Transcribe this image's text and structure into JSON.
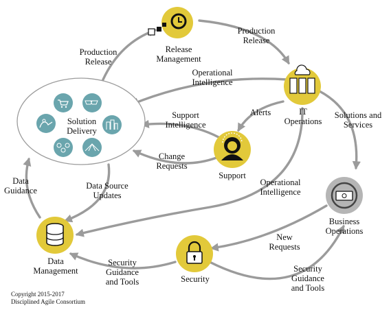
{
  "nodes": {
    "solution_delivery": "Solution\nDelivery",
    "release_management": "Release\nManagement",
    "it_operations": "IT\nOperations",
    "support": "Support",
    "business_operations": "Business\nOperations",
    "data_management": "Data\nManagement",
    "security": "Security"
  },
  "flows": {
    "production_release_left": "Production\nRelease",
    "production_release_right": "Production\nRelease",
    "operational_intelligence_top": "Operational\nIntelligence",
    "alerts": "Alerts",
    "solutions_and_services": "Solutions and\nServices",
    "support_intelligence": "Support\nIntelligence",
    "change_requests": "Change\nRequests",
    "data_guidance": "Data\nGuidance",
    "data_source_updates": "Data Source\nUpdates",
    "operational_intelligence_mid": "Operational\nIntelligence",
    "new_requests": "New\nRequests",
    "security_guidance_left": "Security\nGuidance\nand Tools",
    "security_guidance_right": "Security\nGuidance\nand Tools"
  },
  "copyright": "Copyright 2015-2017\nDisciplined Agile Consortium",
  "colors": {
    "node_fill": "#e2c93a",
    "arrow": "#9b9b9b",
    "icon_teal": "#6aa5ad",
    "business_fill": "#b5b5b5"
  }
}
